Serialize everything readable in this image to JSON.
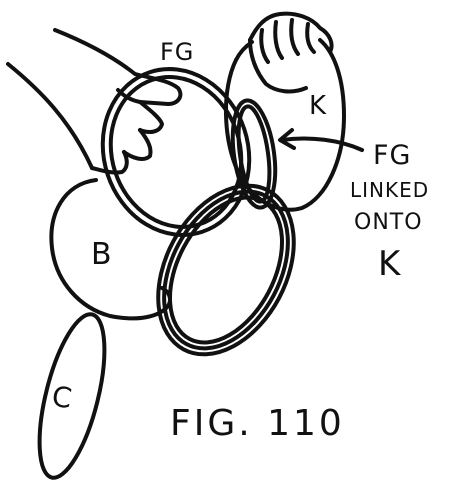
{
  "labels": {
    "ring_fg": "FG",
    "ring_k": "K",
    "ring_b": "B",
    "ring_c": "C",
    "note_line1": "FG",
    "note_line2": "LINKED",
    "note_line3": "ONTO",
    "note_line4": "K",
    "figure_caption": "FIG. 110"
  },
  "colors": {
    "ink": "#111111",
    "paper": "#ffffff"
  }
}
